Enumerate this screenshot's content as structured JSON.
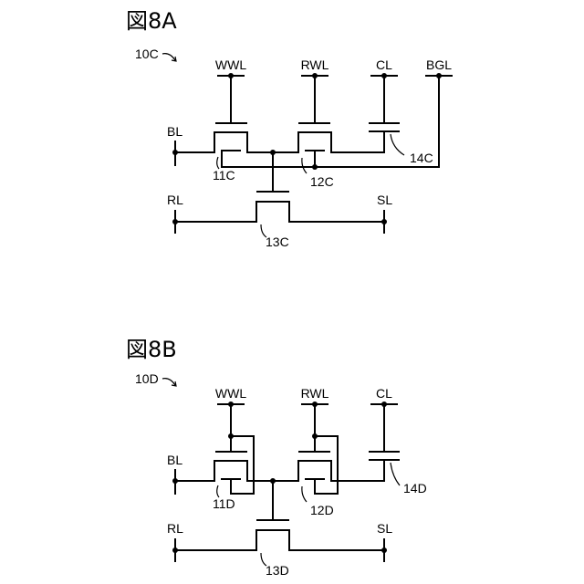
{
  "fig_a": {
    "title": "図8A",
    "cell": "10C",
    "wwl": "WWL",
    "rwl": "RWL",
    "cl": "CL",
    "bgl": "BGL",
    "bl": "BL",
    "rl": "RL",
    "sl": "SL",
    "t1": "11C",
    "t2": "12C",
    "t3": "13C",
    "cap": "14C"
  },
  "fig_b": {
    "title": "図8B",
    "cell": "10D",
    "wwl": "WWL",
    "rwl": "RWL",
    "cl": "CL",
    "bl": "BL",
    "rl": "RL",
    "sl": "SL",
    "t1": "11D",
    "t2": "12D",
    "t3": "13D",
    "cap": "14D"
  }
}
